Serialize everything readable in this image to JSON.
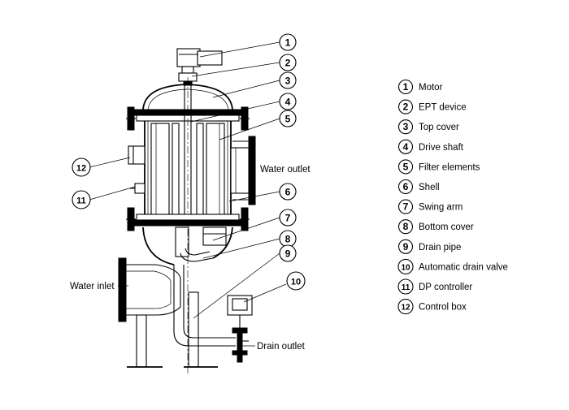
{
  "labels": {
    "water_outlet": "Water outlet",
    "water_inlet": "Water inlet",
    "drain_outlet": "Drain outlet"
  },
  "callouts": [
    "1",
    "2",
    "3",
    "4",
    "5",
    "6",
    "7",
    "8",
    "9",
    "10",
    "11",
    "12"
  ],
  "legend": [
    {
      "num": "1",
      "text": "Motor"
    },
    {
      "num": "2",
      "text": "EPT device"
    },
    {
      "num": "3",
      "text": "Top cover"
    },
    {
      "num": "4",
      "text": "Drive shaft"
    },
    {
      "num": "5",
      "text": "Filter elements"
    },
    {
      "num": "6",
      "text": "Shell"
    },
    {
      "num": "7",
      "text": "Swing arm"
    },
    {
      "num": "8",
      "text": "Bottom cover"
    },
    {
      "num": "9",
      "text": "Drain pipe"
    },
    {
      "num": "10",
      "text": "Automatic drain valve"
    },
    {
      "num": "11",
      "text": "DP controller"
    },
    {
      "num": "12",
      "text": "Control box"
    }
  ]
}
